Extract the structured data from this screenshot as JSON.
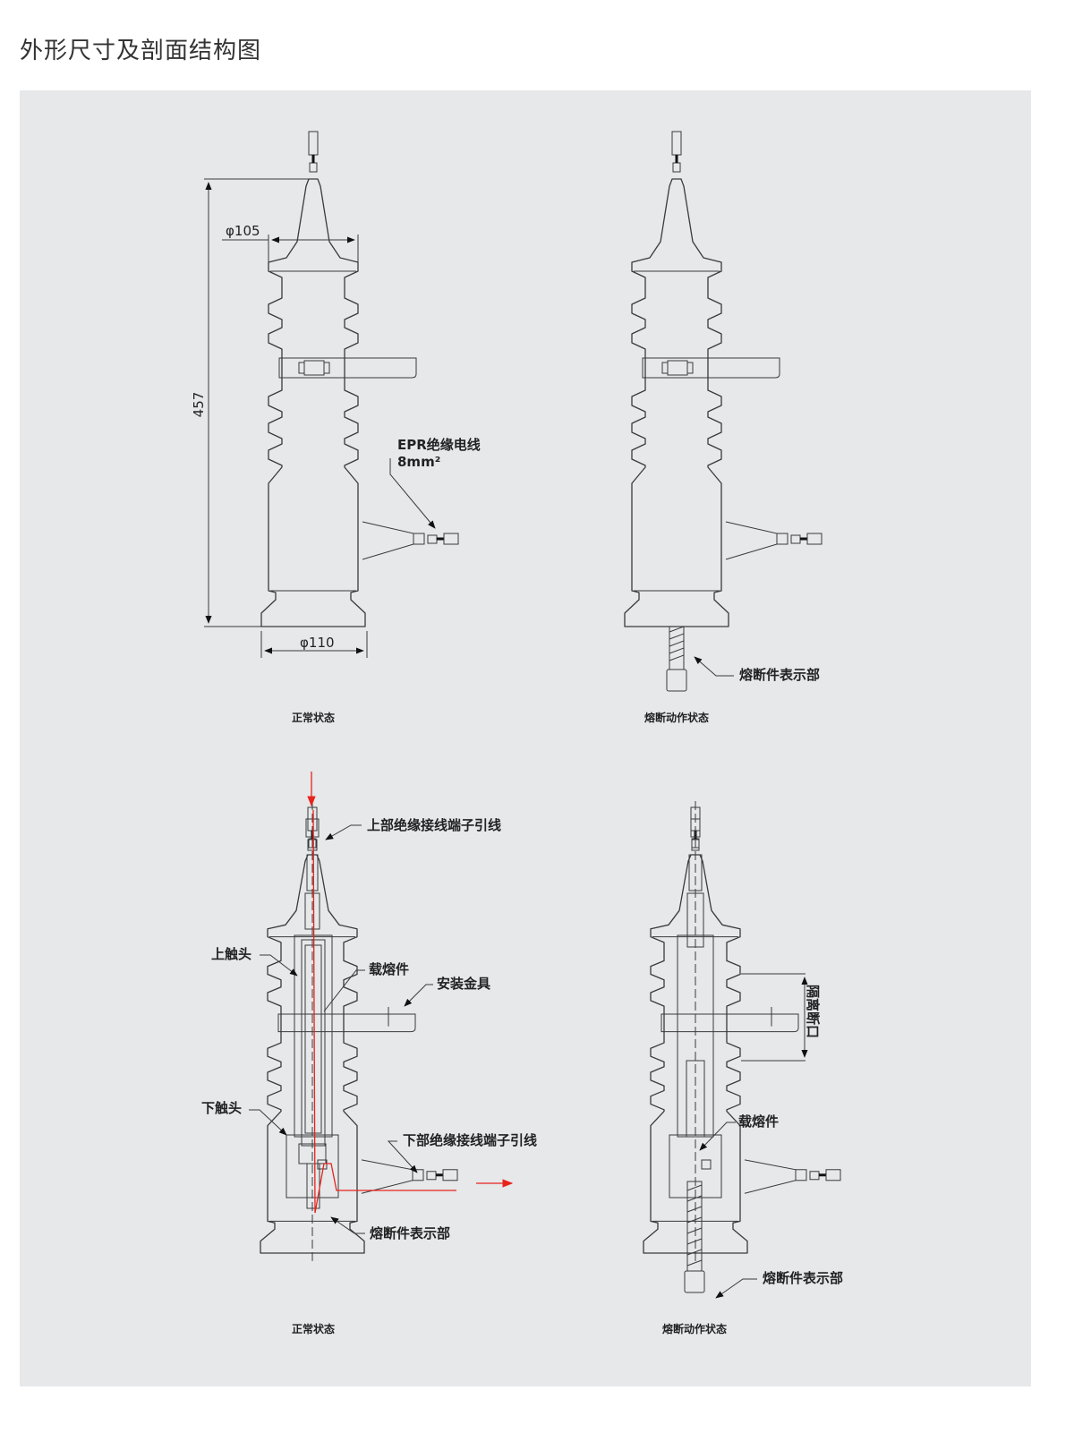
{
  "title": "外形尺寸及剖面结构图",
  "views": {
    "top_left": {
      "caption": "正常状态",
      "dim_top": "φ105",
      "dim_height": "457",
      "dim_bottom": "φ110",
      "cable_label": "EPR绝缘电线",
      "cable_size": "8mm²"
    },
    "top_right": {
      "caption": "熔断动作状态",
      "indicator_label": "熔断件表示部"
    },
    "bottom_left": {
      "caption": "正常状态",
      "upper_terminal": "上部绝缘接线端子引线",
      "upper_contact": "上触头",
      "fuse_carrier": "载熔件",
      "mounting_bracket": "安装金具",
      "lower_contact": "下触头",
      "lower_terminal": "下部绝缘接线端子引线",
      "indicator_label": "熔断件表示部"
    },
    "bottom_right": {
      "caption": "熔断动作状态",
      "isolation_gap": "隔离断口",
      "fuse_carrier": "载熔件",
      "indicator_label": "熔断件表示部"
    }
  },
  "colors": {
    "background": "#e6e8ea",
    "line": "#3a3a3a",
    "current_flow": "#e8231c"
  }
}
